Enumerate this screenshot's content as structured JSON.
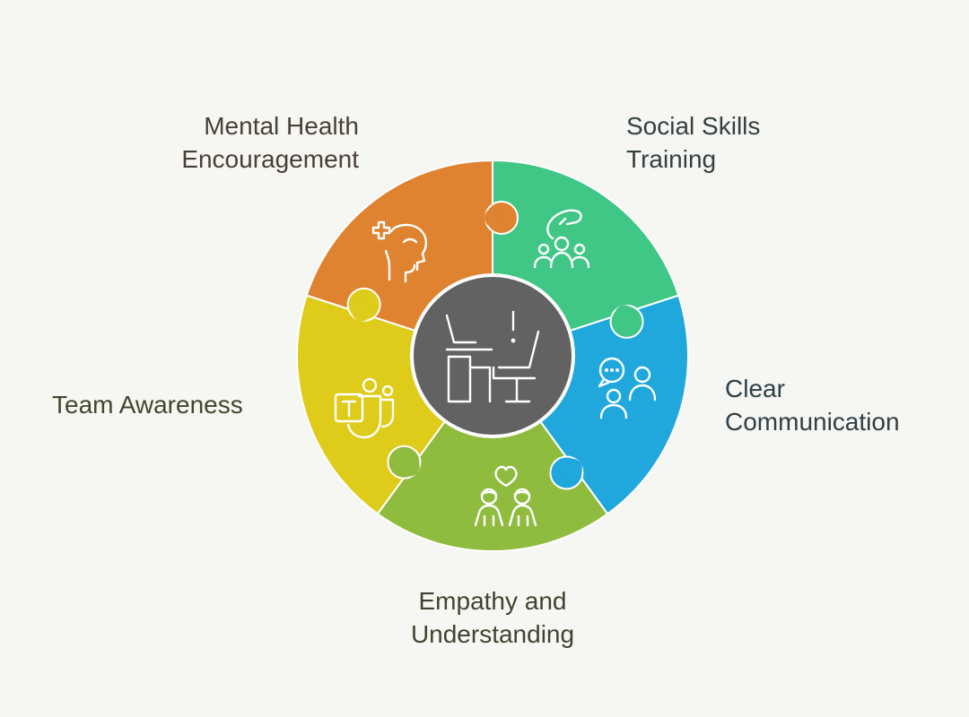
{
  "center": {
    "color": "#626262",
    "icon": "desk-chair-icon"
  },
  "segments": [
    {
      "key": "mental",
      "lines": [
        "Mental Health",
        "Encouragement"
      ],
      "color": "#df8331",
      "icon": "mental-health-icon"
    },
    {
      "key": "social",
      "lines": [
        "Social Skills",
        "Training"
      ],
      "color": "#40c685",
      "icon": "social-skills-icon"
    },
    {
      "key": "clear",
      "lines": [
        "Clear",
        "Communication"
      ],
      "color": "#20a8dc",
      "icon": "communication-icon"
    },
    {
      "key": "empathy",
      "lines": [
        "Empathy and",
        "Understanding"
      ],
      "color": "#8fbc3f",
      "icon": "empathy-icon"
    },
    {
      "key": "team",
      "lines": [
        "Team Awareness"
      ],
      "color": "#dfcb1a",
      "icon": "team-awareness-icon"
    }
  ]
}
